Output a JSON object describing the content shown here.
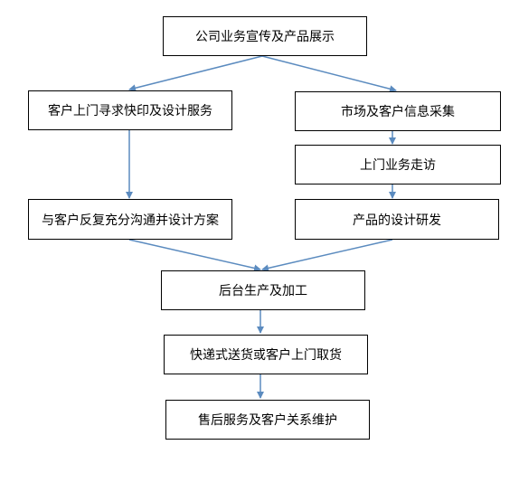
{
  "diagram": {
    "nodes": {
      "promotion": "公司业务宣传及产品展示",
      "customer_seek": "客户上门寻求快印及设计服务",
      "market_collect": "市场及客户信息采集",
      "visit": "上门业务走访",
      "communicate": "与客户反复充分沟通并设计方案",
      "product_design": "产品的设计研发",
      "production": "后台生产及加工",
      "delivery": "快递式送货或客户上门取货",
      "after_sales": "售后服务及客户关系维护"
    },
    "colors": {
      "arrow": "#5b8bbf",
      "box_border": "#000000"
    }
  }
}
